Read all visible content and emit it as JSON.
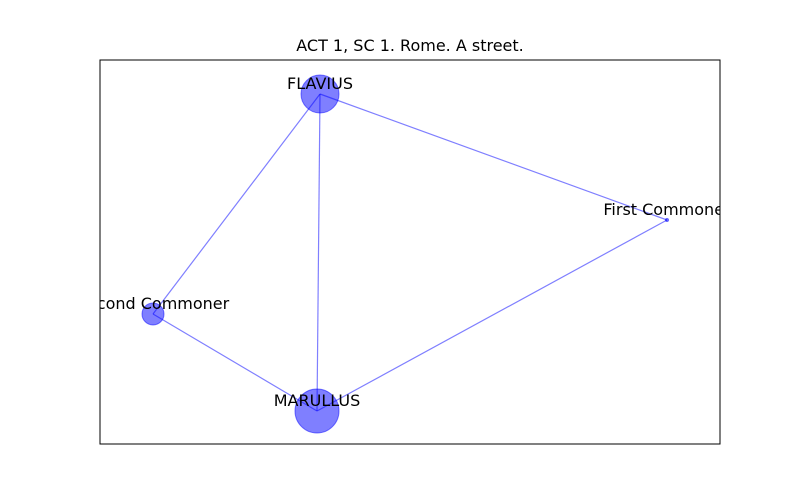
{
  "title": "ACT 1, SC 1. Rome. A street.",
  "colors": {
    "node_fill": "#0000ff",
    "edge": "#0000ff",
    "frame": "#000000",
    "background": "#ffffff"
  },
  "nodes": [
    {
      "id": "flavius",
      "label": "FLAVIUS",
      "size": "large"
    },
    {
      "id": "first",
      "label": "First Commoner",
      "size": "tiny"
    },
    {
      "id": "second",
      "label": "Second Commoner",
      "size": "small"
    },
    {
      "id": "marullus",
      "label": "MARULLUS",
      "size": "largest"
    }
  ],
  "edges": [
    {
      "source": "flavius",
      "target": "first"
    },
    {
      "source": "flavius",
      "target": "second"
    },
    {
      "source": "flavius",
      "target": "marullus"
    },
    {
      "source": "first",
      "target": "marullus"
    },
    {
      "source": "second",
      "target": "marullus"
    }
  ]
}
